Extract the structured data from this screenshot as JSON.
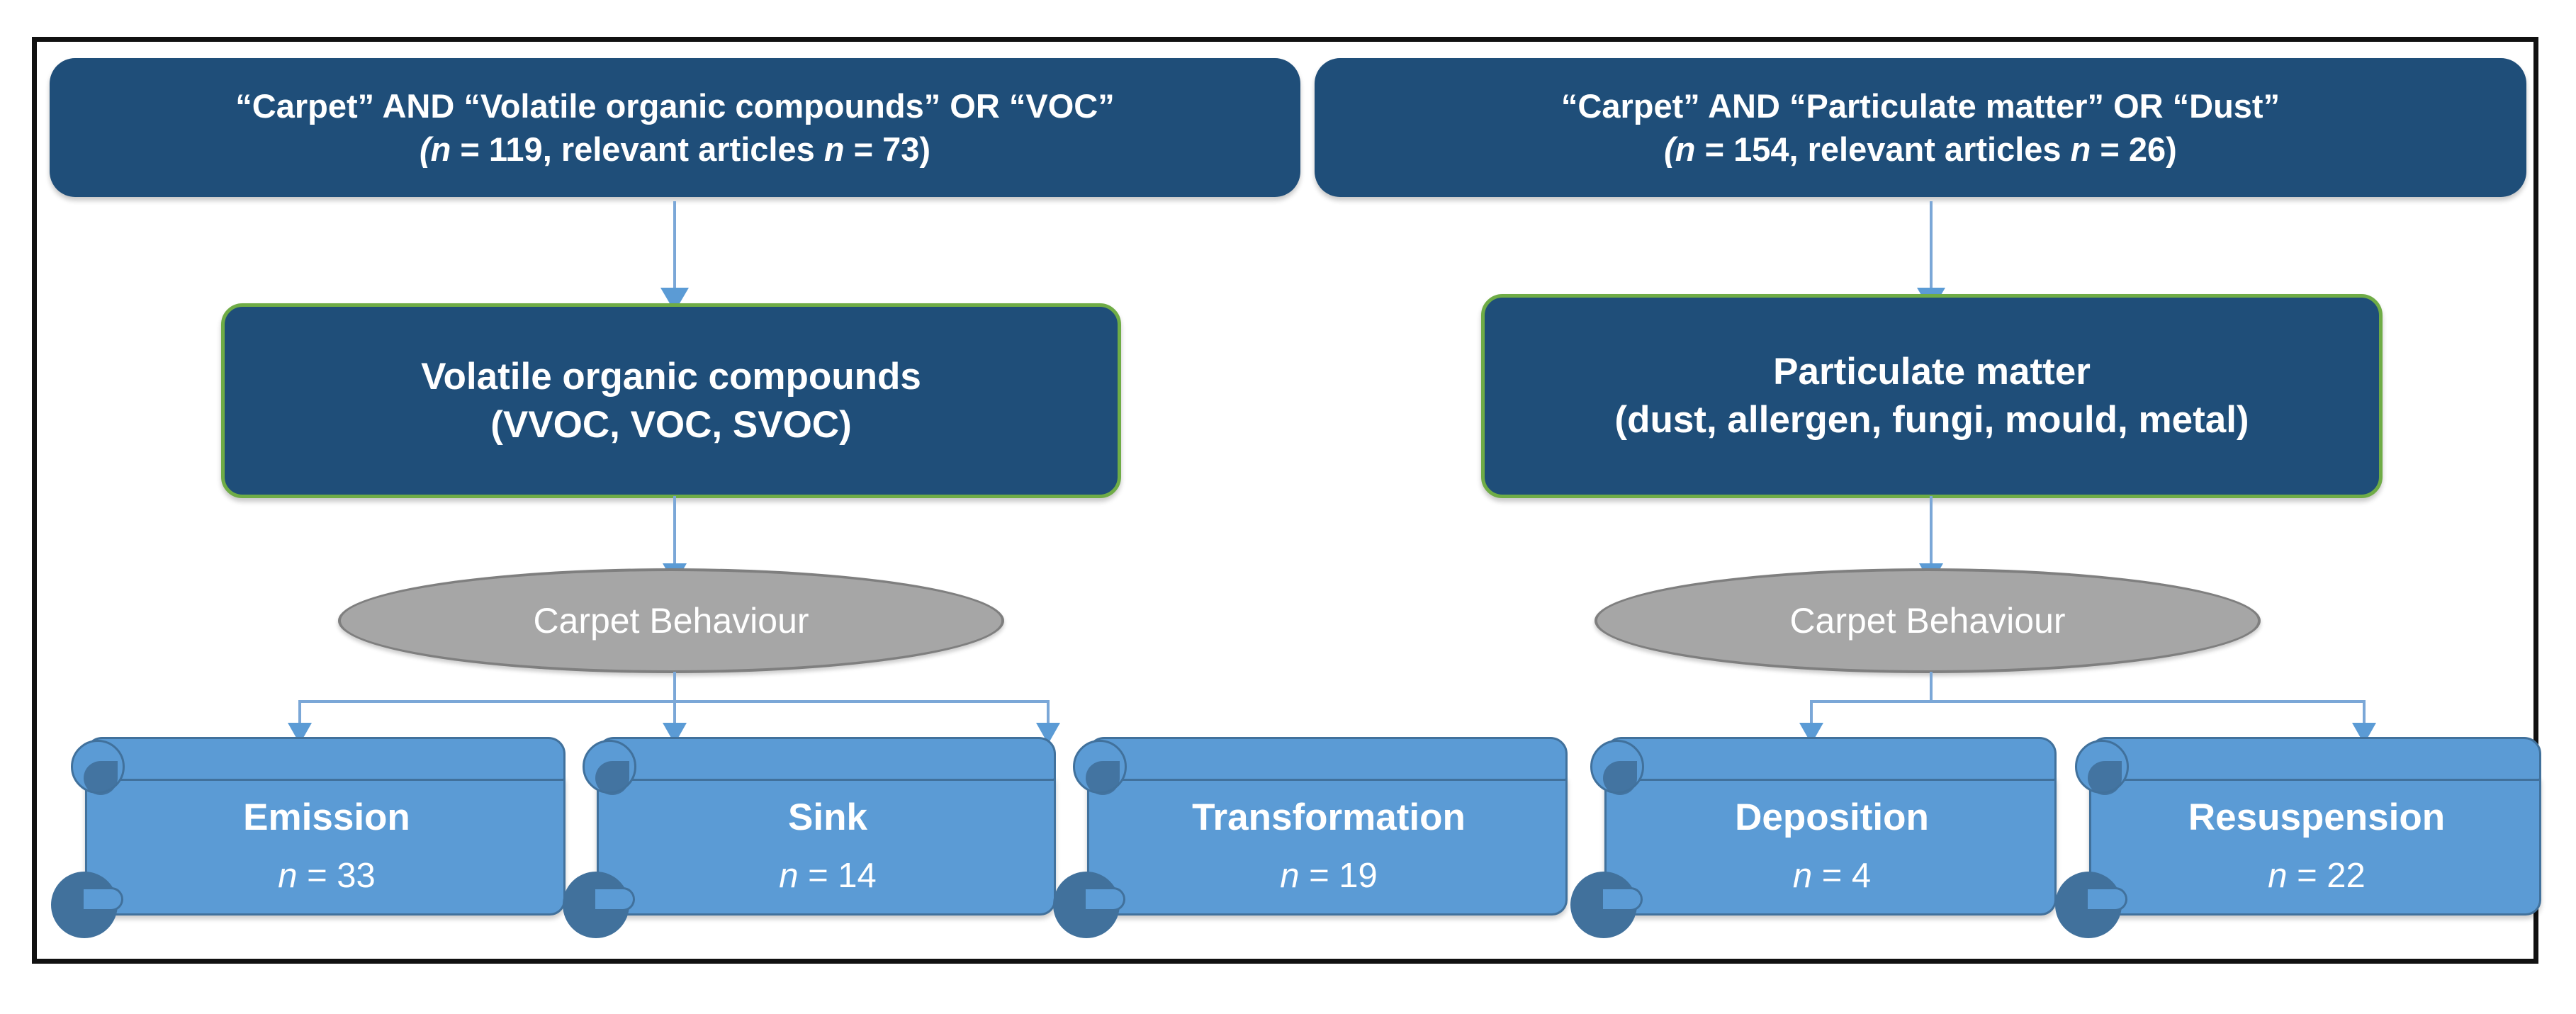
{
  "diagram": {
    "title": "Carpet behaviour literature review flow diagram",
    "colors": {
      "dark_blue": "#1F4E79",
      "medium_blue": "#5B9BD5",
      "blue_outline": "#41719C",
      "green_outline": "#6FAC46",
      "grey_fill": "#A6A6A6",
      "grey_outline": "#7F7F7F",
      "connector_blue": "#7BA7D7",
      "frame_black": "#111111",
      "text_white": "#FFFFFF"
    },
    "branches": [
      {
        "id": "voc",
        "query": {
          "line1": "“Carpet” AND “Volatile organic compounds” OR “VOC”",
          "line2_prefix": "(",
          "line2_n_italic": "n",
          "line2_mid": " = 119, relevant articles ",
          "line2_n2_italic": "n",
          "line2_suffix": " = 73)",
          "line2_plain": "(n = 119, relevant articles n = 73)",
          "total": 119,
          "relevant": 73
        },
        "category": {
          "line1": "Volatile organic compounds",
          "line2": "(VVOC, VOC, SVOC)"
        },
        "process": "Carpet Behaviour",
        "outcomes": [
          {
            "label": "Emission",
            "n_label": "n",
            "n_value": " = 33",
            "n_plain": "n = 33",
            "count": 33
          },
          {
            "label": "Sink",
            "n_label": "n",
            "n_value": " = 14",
            "n_plain": "n = 14",
            "count": 14
          },
          {
            "label": "Transformation",
            "n_label": "n",
            "n_value": " = 19",
            "n_plain": "n = 19",
            "count": 19
          }
        ]
      },
      {
        "id": "pm",
        "query": {
          "line1": "“Carpet” AND “Particulate matter” OR “Dust”",
          "line2_prefix": "(",
          "line2_n_italic": "n",
          "line2_mid": " = 154, relevant articles ",
          "line2_n2_italic": "n",
          "line2_suffix": " = 26)",
          "line2_plain": "(n = 154, relevant articles n = 26)",
          "total": 154,
          "relevant": 26
        },
        "category": {
          "line1": "Particulate matter",
          "line2": "(dust, allergen, fungi, mould, metal)"
        },
        "process": "Carpet Behaviour",
        "outcomes": [
          {
            "label": "Deposition",
            "n_label": "n",
            "n_value": " = 4",
            "n_plain": "n = 4",
            "count": 4
          },
          {
            "label": "Resuspension",
            "n_label": "n",
            "n_value": " = 22",
            "n_plain": "n = 22",
            "count": 22
          }
        ]
      }
    ]
  }
}
